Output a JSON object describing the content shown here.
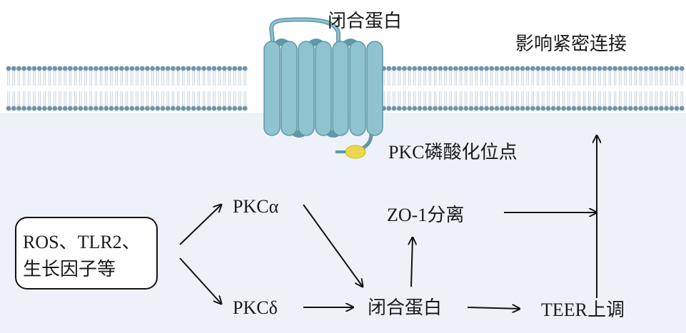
{
  "labels": {
    "claudin_top": "闭合蛋白",
    "affect_tight_junction": "影响紧密连接",
    "pkc_site": "PKC磷酸化位点",
    "stimuli_line1": "ROS、TLR2、",
    "stimuli_line2": "生长因子等",
    "pkc_alpha": "PKCα",
    "pkc_delta": "PKCδ",
    "zo1": "ZO-1分离",
    "claudin_bottom": "闭合蛋白",
    "teer": "TEER上调"
  },
  "colors": {
    "cytoplasm": "#eef2f8",
    "lipid_head": "#6f93ab",
    "lipid_tail": "#b7c6d3",
    "protein_fill": "#8fc3cf",
    "protein_stroke": "#5f98a6",
    "phospho_site": "#e8d84a",
    "text": "#1a1a1a",
    "arrow": "#111111"
  }
}
